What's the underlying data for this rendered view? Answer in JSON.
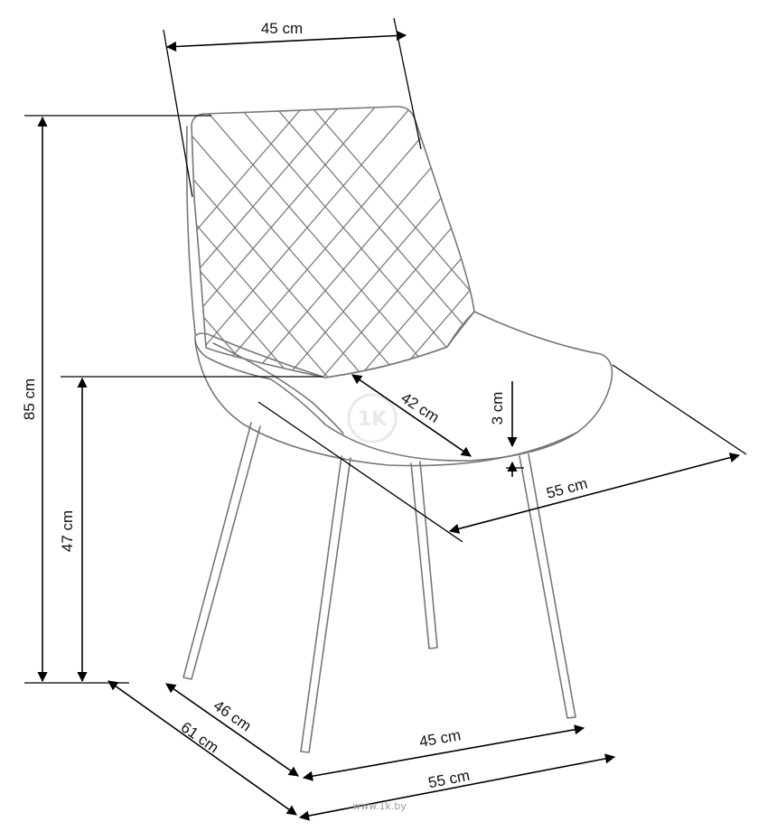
{
  "dimensions": {
    "back_width": "45 cm",
    "total_height": "85 cm",
    "seat_height": "47 cm",
    "seat_depth": "42 cm",
    "seat_thickness": "3 cm",
    "seat_width": "55 cm",
    "legs_depth": "46 cm",
    "total_depth": "61 cm",
    "legs_width": "45 cm",
    "total_width": "55 cm"
  },
  "watermark": {
    "logo_text": "1K",
    "site": "www.1k.by"
  },
  "colors": {
    "lines": "#000000",
    "chair_outline": "#777777",
    "watermark": "#9a9a9a"
  }
}
